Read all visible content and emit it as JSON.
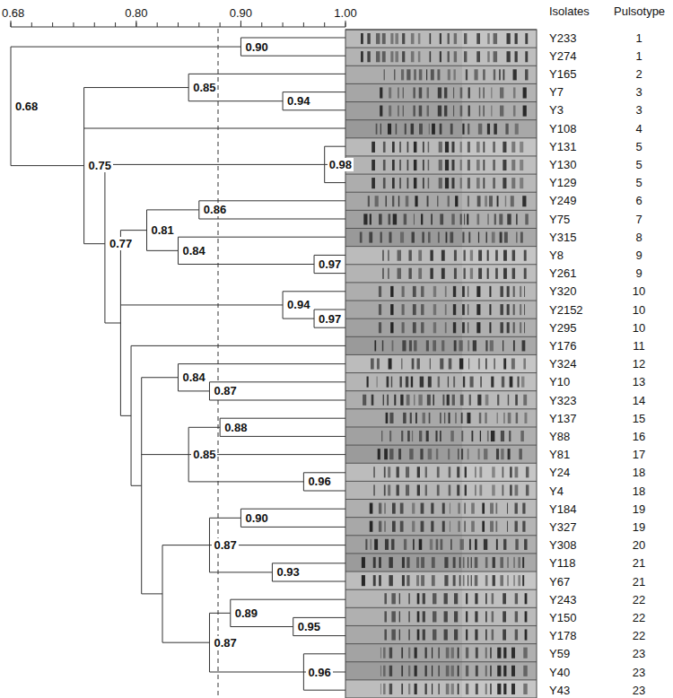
{
  "diagram": {
    "labels": [
      "0.68",
      "0.80",
      "0.90",
      "1.00",
      "Isolates",
      "Pulsotype",
      "0.90",
      "0.68",
      "0.85",
      "0.94",
      "0.75",
      "0.98",
      "0.77",
      "0.81",
      "0.86",
      "0.84",
      "0.97",
      "0.94",
      "0.97",
      "0.84",
      "0.87",
      "0.88",
      "0.85",
      "0.96",
      "0.90",
      "0.87",
      "0.93",
      "0.89",
      "0.95",
      "0.87",
      "0.96",
      "Y233",
      "1",
      "Y274",
      "1",
      "Y165",
      "2",
      "Y7",
      "3",
      "Y3",
      "3",
      "Y108",
      "4",
      "Y131",
      "5",
      "Y130",
      "5",
      "Y129",
      "5",
      "Y249",
      "6",
      "Y75",
      "7",
      "Y315",
      "8",
      "Y8",
      "9",
      "Y261",
      "9",
      "Y320",
      "10",
      "Y2152",
      "10",
      "Y295",
      "10",
      "Y176",
      "11",
      "Y324",
      "12",
      "Y10",
      "13",
      "Y323",
      "14",
      "Y137",
      "15",
      "Y88",
      "16",
      "Y81",
      "17",
      "Y24",
      "18",
      "Y4",
      "18",
      "Y184",
      "19",
      "Y327",
      "19",
      "Y308",
      "20",
      "Y118",
      "21",
      "Y67",
      "21",
      "Y243",
      "22",
      "Y150",
      "22",
      "Y178",
      "22",
      "Y59",
      "23",
      "Y40",
      "23",
      "Y43",
      "23"
    ]
  }
}
